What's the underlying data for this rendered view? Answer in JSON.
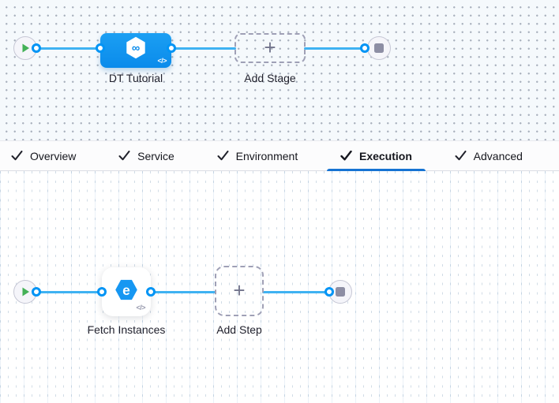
{
  "stage_pipeline": {
    "stage": {
      "label": "DT Tutorial"
    },
    "add_stage": {
      "label": "Add Stage"
    }
  },
  "tab_bar": {
    "tabs": [
      {
        "label": "Overview",
        "checked": true,
        "selected": false
      },
      {
        "label": "Service",
        "checked": true,
        "selected": false
      },
      {
        "label": "Environment",
        "checked": true,
        "selected": false
      },
      {
        "label": "Execution",
        "checked": true,
        "selected": true
      },
      {
        "label": "Advanced",
        "checked": true,
        "selected": false
      }
    ]
  },
  "execution_pipeline": {
    "step": {
      "label": "Fetch Instances"
    },
    "add_step": {
      "label": "Add Step"
    }
  },
  "icons": {
    "plus": "+",
    "code_badge": "</>",
    "infinity": "∞",
    "fetch_glyph": "e"
  },
  "colors": {
    "stage_node_blue": "#0d93f2",
    "connector_line": "#3fb2f2",
    "selected_tab_underline": "#1673d3",
    "play_green": "#44b157",
    "stop_gray": "#8d8ea4",
    "canvas_top_bg": "#f5f9fc",
    "canvas_bottom_bg": "#ffffff"
  }
}
